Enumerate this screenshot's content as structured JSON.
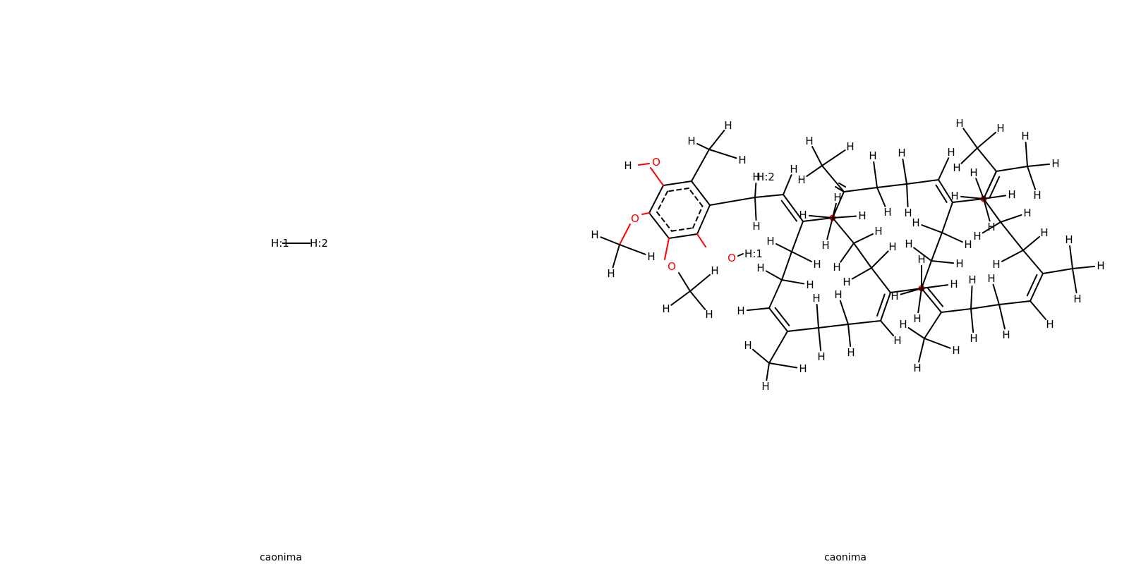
{
  "panels": [
    {
      "caption": "caonima",
      "atom_labels": {
        "h1": "H:1",
        "h2": "H:2"
      }
    },
    {
      "caption": "caonima",
      "atom_labels": {
        "h": "H",
        "o": "O",
        "h1": "H:1",
        "h2": "H:2"
      }
    }
  ],
  "colors": {
    "bond": "#000000",
    "oxygen": "#ff0000",
    "highlight": "#ff0000"
  }
}
